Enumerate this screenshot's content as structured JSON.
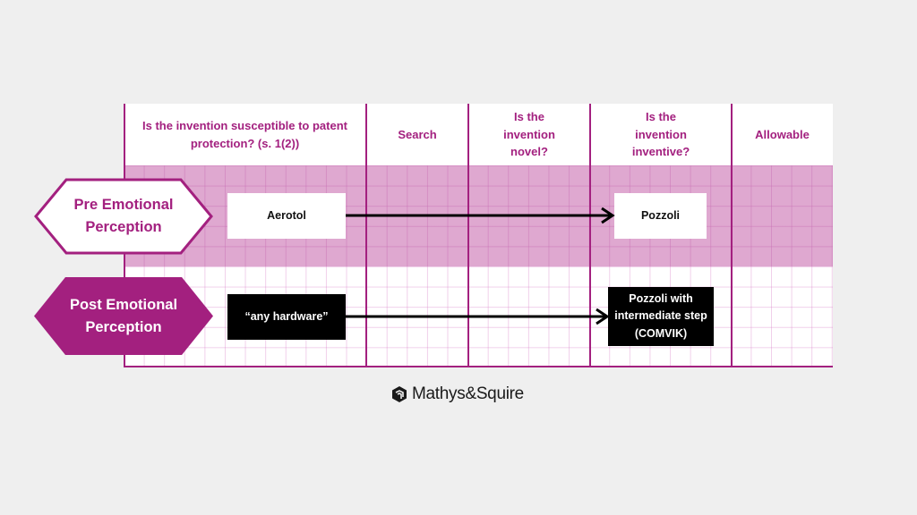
{
  "columns": [
    {
      "label": "Is the invention susceptible to patent protection? (s. 1(2))"
    },
    {
      "label": "Search"
    },
    {
      "label": "Is the invention novel?"
    },
    {
      "label": "Is the invention inventive?"
    },
    {
      "label": "Allowable"
    }
  ],
  "rows": [
    {
      "label": "Pre Emotional Perception",
      "style": "outline",
      "start_box": "Aerotol",
      "end_box": "Pozzoli"
    },
    {
      "label": "Post Emotional Perception",
      "style": "filled",
      "start_box": "“any hardware”",
      "end_box": "Pozzoli with intermediate step (COMVIK)"
    }
  ],
  "brand": {
    "name": "Mathys&Squire",
    "icon": "mathys-squire-logo-icon"
  },
  "colors": {
    "accent": "#a3207f",
    "band": "#dfa8d0",
    "background": "#efefef"
  }
}
